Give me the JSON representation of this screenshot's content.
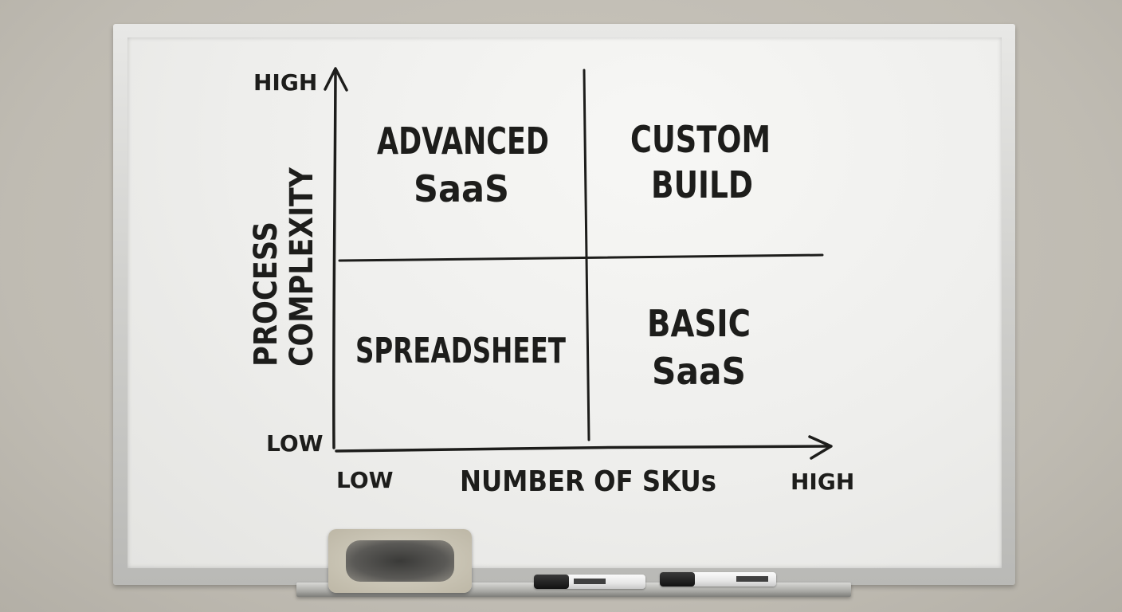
{
  "whiteboard": {
    "y_axis": {
      "title_line1": "PROCESS",
      "title_line2": "COMPLEXITY",
      "high_label": "HIGH",
      "low_label": "LOW"
    },
    "x_axis": {
      "title": "NUMBER OF SKUs",
      "low_label": "LOW",
      "high_label": "HIGH"
    },
    "quadrants": {
      "top_left": {
        "line1": "ADVANCED",
        "line2": "SaaS"
      },
      "top_right": {
        "line1": "CUSTOM",
        "line2": "BUILD"
      },
      "bottom_left": {
        "line1": "SPREADSHEET"
      },
      "bottom_right": {
        "line1": "BASIC",
        "line2": "SaaS"
      }
    }
  },
  "colors": {
    "ink": "#1d1d1b",
    "board": "#efefed",
    "wall": "#c5c1b8"
  }
}
